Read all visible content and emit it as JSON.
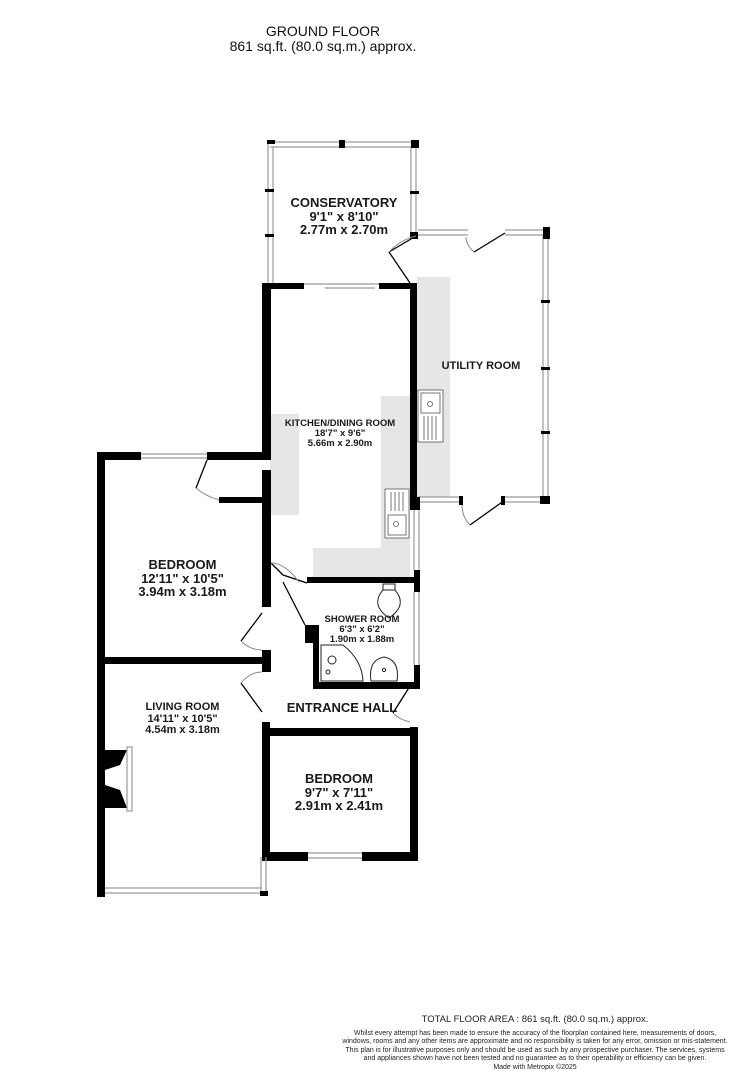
{
  "header": {
    "floor_name": "GROUND FLOOR",
    "floor_area": "861 sq.ft. (80.0 sq.m.) approx."
  },
  "rooms": {
    "conservatory": {
      "name": "CONSERVATORY",
      "imperial": "9'1\"  x 8'10\"",
      "metric": "2.77m  x 2.70m"
    },
    "utility": {
      "name": "UTILITY ROOM"
    },
    "kitchen": {
      "name": "KITCHEN/DINING ROOM",
      "imperial": "18'7\"  x 9'6\"",
      "metric": "5.66m  x 2.90m"
    },
    "bedroom1": {
      "name": "BEDROOM",
      "imperial": "12'11\"  x 10'5\"",
      "metric": "3.94m  x 3.18m"
    },
    "shower": {
      "name": "SHOWER ROOM",
      "imperial": "6'3\"  x 6'2\"",
      "metric": "1.90m  x 1.88m"
    },
    "living": {
      "name": "LIVING ROOM",
      "imperial": "14'11\"  x 10'5\"",
      "metric": "4.54m  x 3.18m"
    },
    "entrance": {
      "name": "ENTRANCE HALL"
    },
    "bedroom2": {
      "name": "BEDROOM",
      "imperial": "9'7\"  x 7'11\"",
      "metric": "2.91m  x 2.41m"
    }
  },
  "colors": {
    "wall": "#000000",
    "window": "#9a9a9a",
    "worktop": "#e6e6e6",
    "door_arc": "#8a8a8a"
  },
  "footer": {
    "total_area": "TOTAL FLOOR AREA : 861 sq.ft. (80.0 sq.m.) approx.",
    "disclaimer": "Whilst every attempt has been made to ensure the accuracy of the floorplan contained here, measurements of doors, windows, rooms and any other items are approximate and no responsibility is taken for any error, omission or mis-statement. This plan is for illustrative purposes only and should be used as such by any prospective purchaser. The services, systems and appliances shown have not been tested and no guarantee as to their operability or efficiency can be given.",
    "made_with": "Made with Metropix ©2025"
  }
}
